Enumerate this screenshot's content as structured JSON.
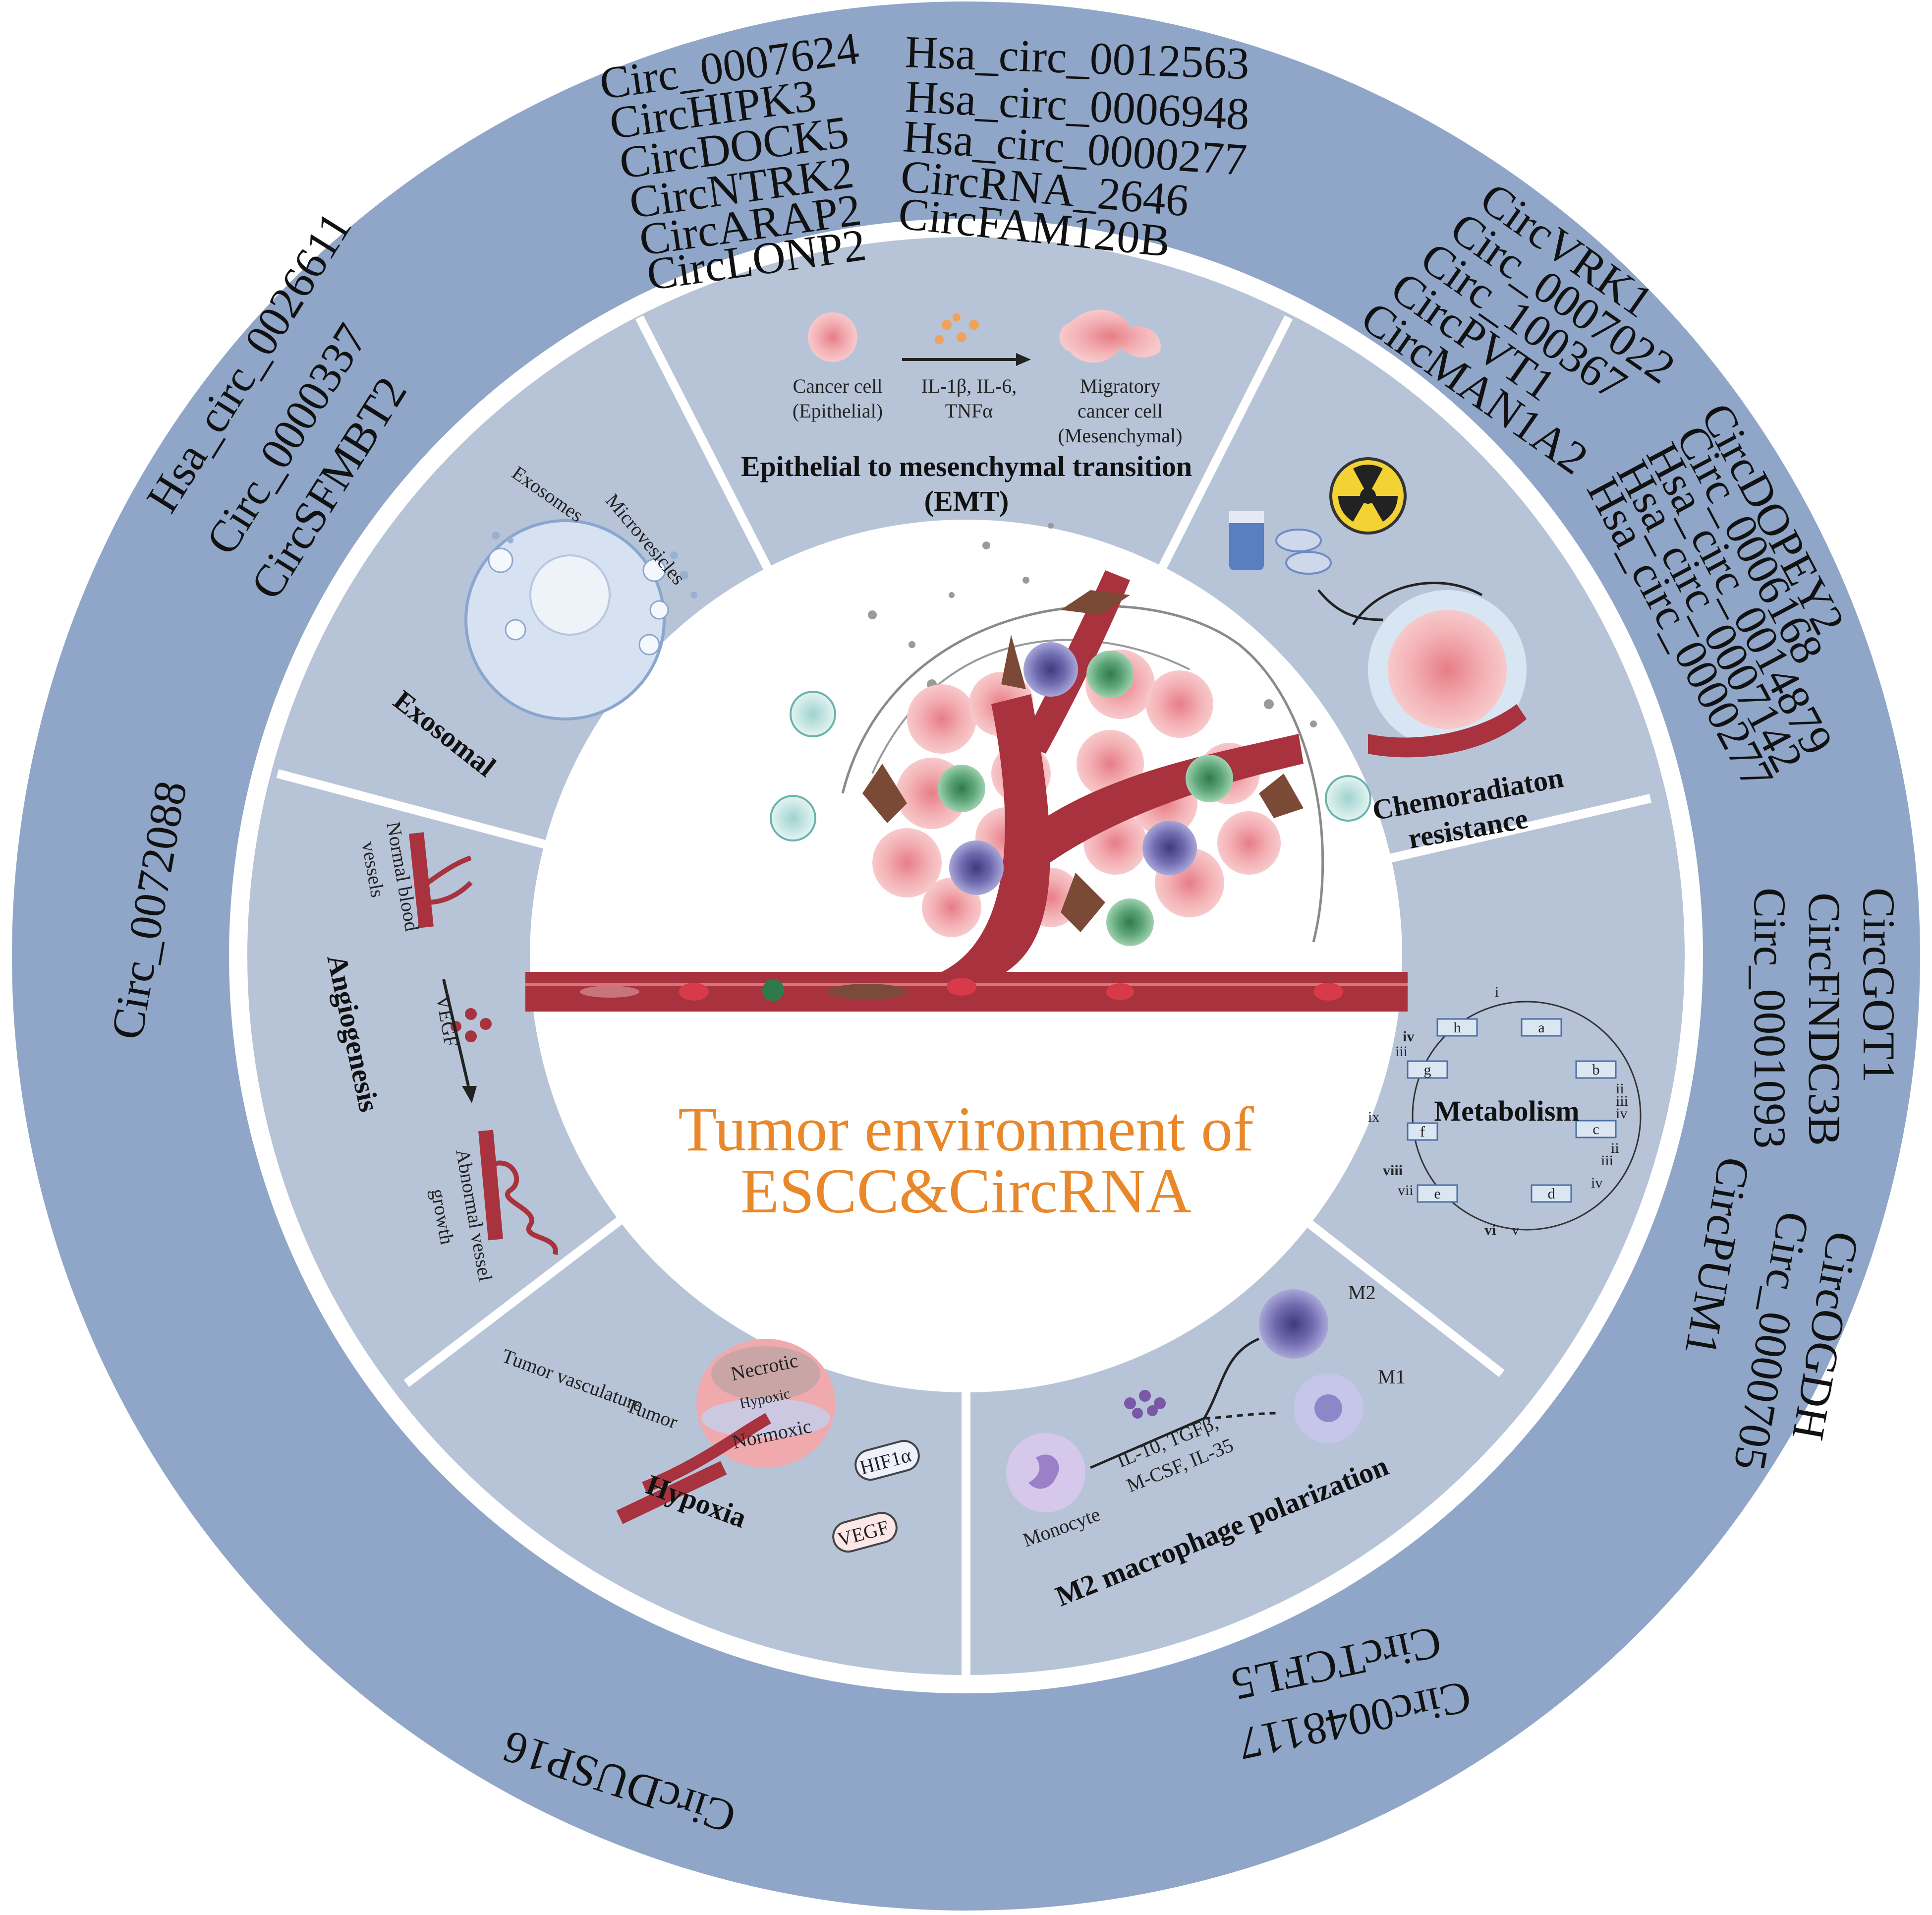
{
  "center": {
    "title_line1": "Tumor environment of",
    "title_line2": "ESCC&CircRNA"
  },
  "segments": {
    "emt": {
      "title_line1": "Epithelial to mesenchymal transition",
      "title_line2": "(EMT)",
      "cancer_cell_line1": "Cancer cell",
      "cancer_cell_line2": "(Epithelial)",
      "cytokines_line1": "IL-1β, IL-6,",
      "cytokines_line2": "TNFα",
      "migratory_line1": "Migratory",
      "migratory_line2": "cancer cell",
      "migratory_line3": "(Mesenchymal)"
    },
    "chemo": {
      "title_line1": "Chemoradiaton",
      "title_line2": "resistance"
    },
    "metabolism": {
      "title": "Metabolism",
      "nodes": [
        "a",
        "b",
        "c",
        "d",
        "e",
        "f",
        "g",
        "h"
      ],
      "numerals": [
        "i",
        "ii",
        "iii",
        "iv",
        "ii",
        "iii",
        "iv",
        "v",
        "vi",
        "vii",
        "viii",
        "ix",
        "iii",
        "iv"
      ]
    },
    "m2": {
      "title": "M2 macrophage polarization",
      "monocyte": "Monocyte",
      "cytokines_line1": "IL-10, TGFβ,",
      "cytokines_line2": "M-CSF, IL-35",
      "m2_label": "M2",
      "m1_label": "M1"
    },
    "hypoxia": {
      "title": "Hypoxia",
      "necrotic": "Necrotic",
      "hypoxic": "Hypoxic",
      "normoxic": "Normoxic",
      "tumor": "Tumor",
      "tumor_vasculature": "Tumor vasculature",
      "hif": "HIF1α",
      "vegf": "VEGF"
    },
    "angiogenesis": {
      "title": "Angiogenesis",
      "normal_line1": "Normal blood",
      "normal_line2": "vessels",
      "vegf": "VEGF",
      "abnormal_line1": "Abnormal vessel",
      "abnormal_line2": "growth"
    },
    "exosomal": {
      "title": "Exosomal",
      "exosomes": "Exosomes",
      "microvesicles": "Microvesicles"
    }
  },
  "outer_ring": {
    "top_left_group": [
      "Circ_0007624",
      "CircHIPK3",
      "CircDOCK5",
      "CircNTRK2",
      "CircARAP2",
      "CircLONP2"
    ],
    "top_right_group": [
      "Hsa_circ_0012563",
      "Hsa_circ_0006948",
      "Hsa_circ_0000277",
      "CircRNA_2646",
      "CircFAM120B"
    ],
    "upper_right_group": [
      "CircVRK1",
      "Circ_0007022",
      "Circ_100367",
      "CircPVT1",
      "CircMAN1A2"
    ],
    "right_group": [
      "CircDOPEY2",
      "Circ_0006168",
      "Hsa_circ_0014879",
      "Hsa_circ_0007142",
      "Hsa_circ_0000277"
    ],
    "lower_right_group_a": [
      "CircGOT1",
      "CircFNDC3B",
      "Circ_0001093"
    ],
    "lower_right_group_b": [
      "CircOGDH",
      "Circ_0000705",
      "CircPUM1"
    ],
    "bottom_right_group": [
      "CircTCFL5",
      "Circ0048117"
    ],
    "bottom_left_group": [
      "CircDUSP16"
    ],
    "left_group": [
      "Circ_0072088"
    ],
    "upper_left_group": [
      "Hsa_circ_0026611",
      "Circ_0000337",
      "CircSFMBT2"
    ]
  },
  "colors": {
    "outer_ring": "#8fa6c8",
    "segment_fill": "#b7c4d8",
    "center_title": "#e8882a",
    "vessel": "#a8323e",
    "cancer_cell": "#f0a9ad"
  }
}
